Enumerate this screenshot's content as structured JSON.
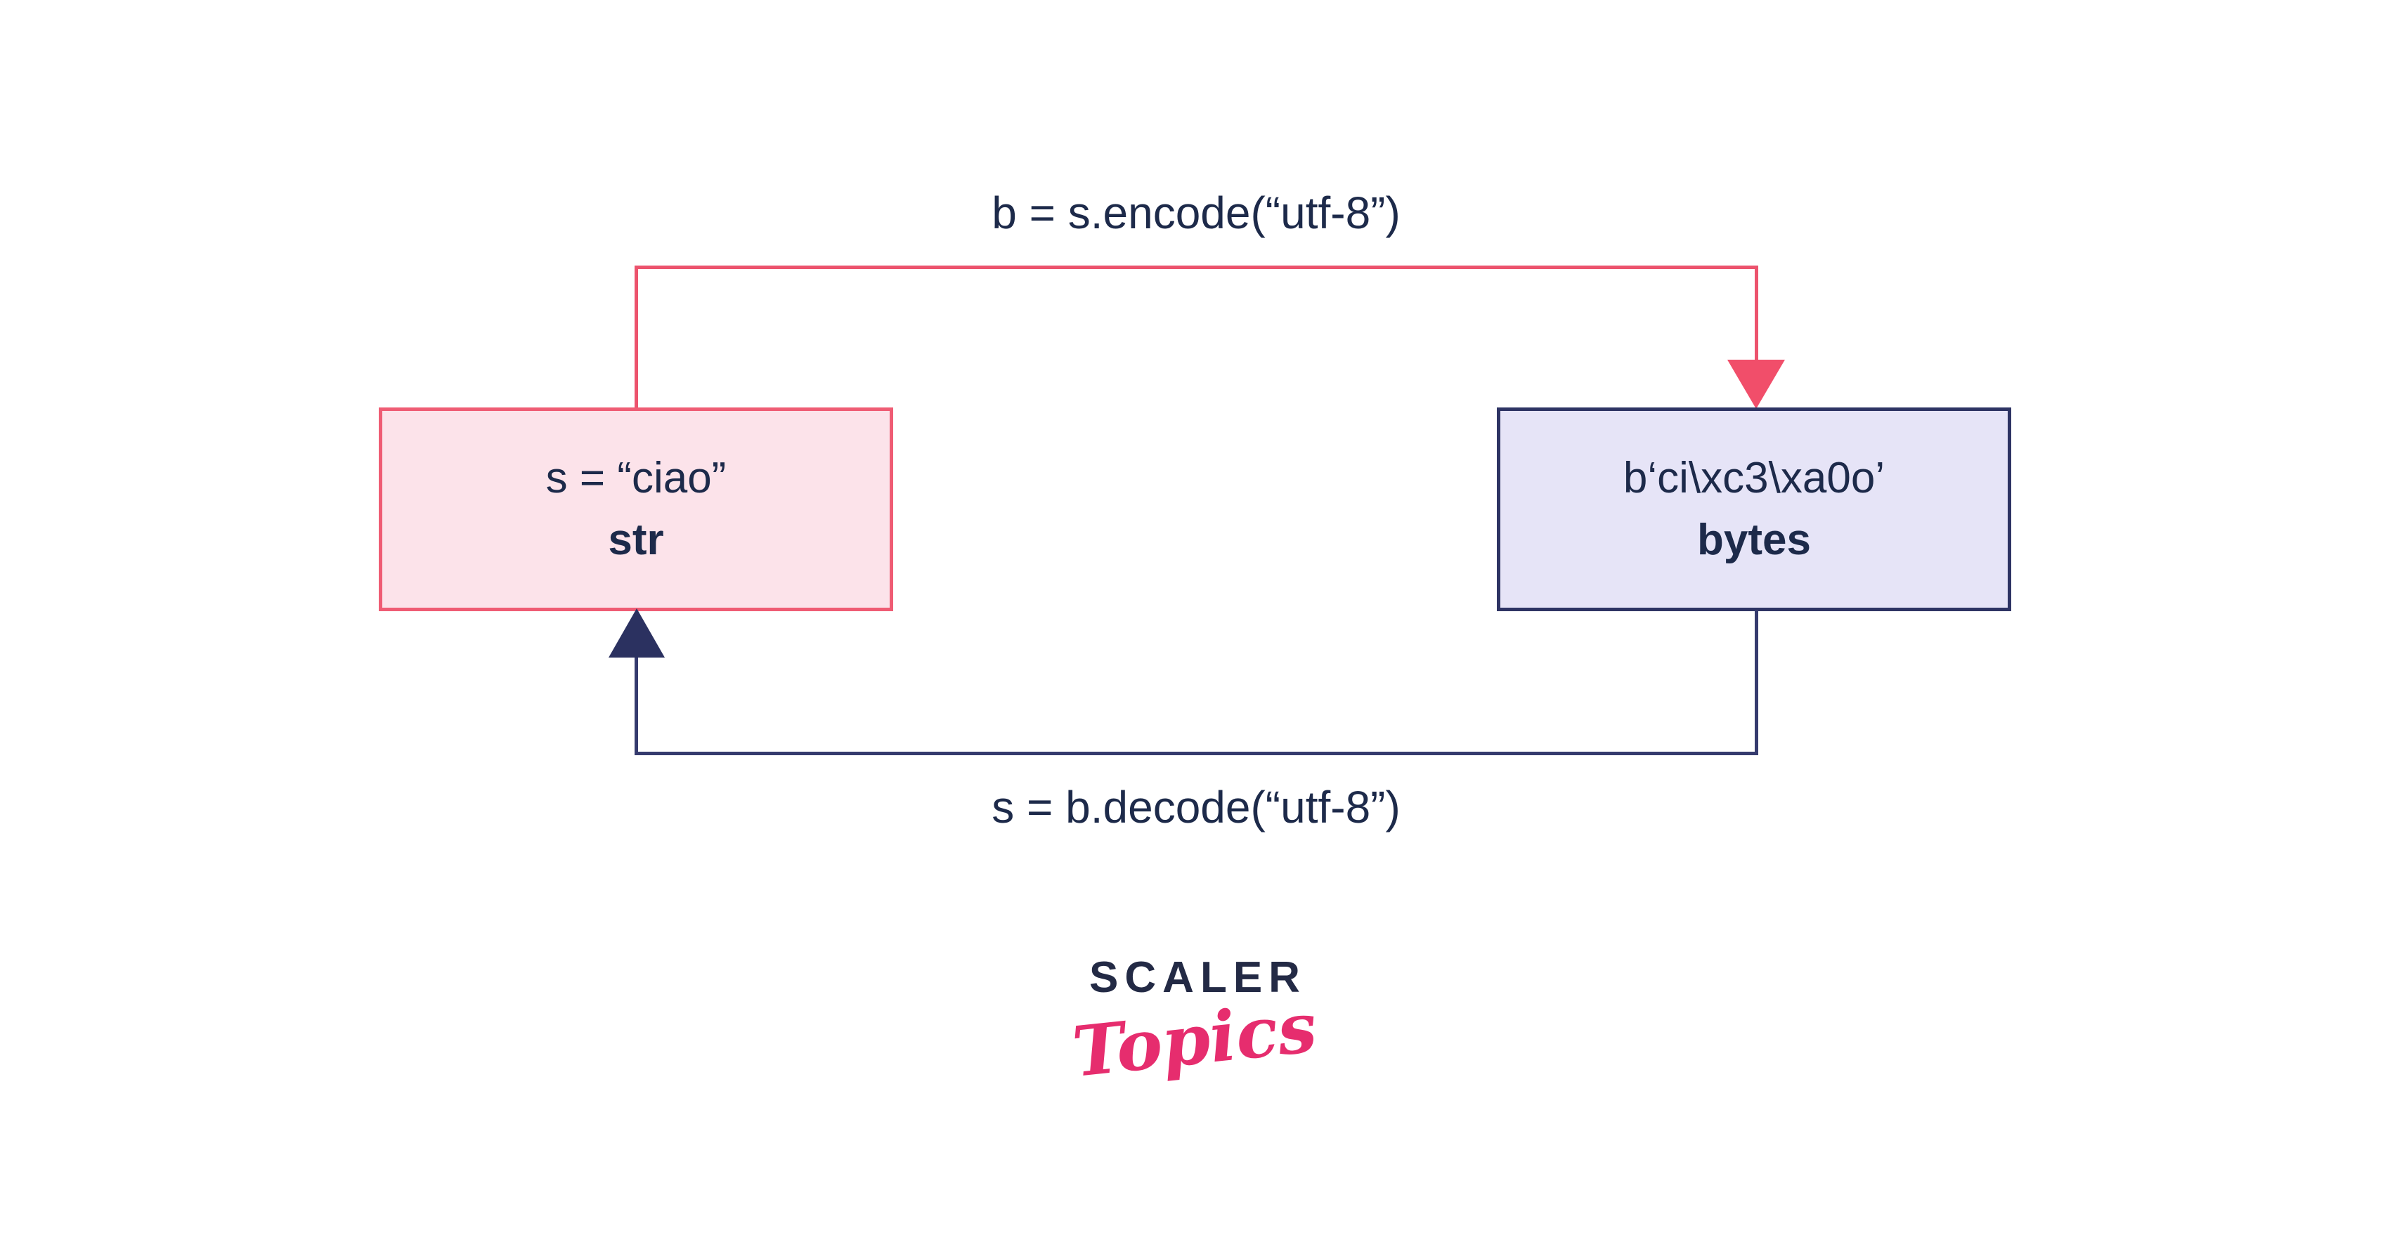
{
  "diagram": {
    "encode_label": "b = s.encode(“utf-8”)",
    "decode_label": "s = b.decode(“utf-8”)",
    "str_box": {
      "value": "s = “ciao”",
      "type_label": "str"
    },
    "bytes_box": {
      "value": "b‘ci\\xc3\\xa0o’",
      "type_label": "bytes"
    }
  },
  "logo": {
    "brand": "SCALER",
    "wordmark": "Topics"
  },
  "colors": {
    "encode_arrow": "#ec536d",
    "decode_arrow": "#353b6e",
    "str_box_fill": "#fce3ea",
    "str_box_border": "#ef5c74",
    "bytes_box_fill": "#e6e4f7",
    "bytes_box_border": "#2e3464",
    "text": "#1d2a4a",
    "logo_brand": "#232a45",
    "logo_wordmark": "#e62d6e"
  }
}
